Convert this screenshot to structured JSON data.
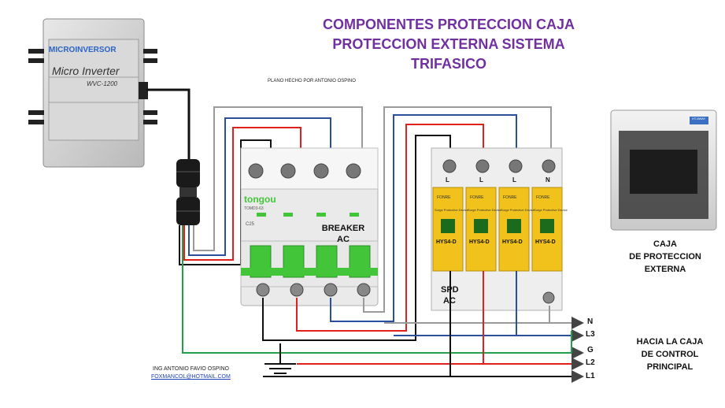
{
  "title": {
    "line1": "COMPONENTES PROTECCION CAJA",
    "line2": "PROTECCION EXTERNA SISTEMA",
    "line3": "TRIFASICO"
  },
  "credit_top": "PLANO HECHO POR ANTONIO OSPINO",
  "microinverter": {
    "brand_label": "MICROINVERSOR",
    "product_name": "Micro Inverter",
    "model": "WVC-1200"
  },
  "breaker": {
    "brand": "tongou",
    "model": "TOMD3-63",
    "rating": "C25",
    "label_line1": "BREAKER",
    "label_line2": "AC"
  },
  "spd": {
    "brand": "FONRE",
    "caption": "Surge Protective Device",
    "model": "HYS4-D",
    "terminal_labels": [
      "L",
      "L",
      "L",
      "N"
    ],
    "label_line1": "SPD",
    "label_line2": "AC"
  },
  "box": {
    "label_line1": "CAJA",
    "label_line2": "DE  PROTECCION",
    "label_line3": "EXTERNA",
    "tag": "HT-6WAY"
  },
  "lines": [
    "N",
    "L3",
    "G",
    "L2",
    "L1"
  ],
  "destination": {
    "line1": "HACIA LA CAJA",
    "line2": "DE CONTROL",
    "line3": "PRINCIPAL"
  },
  "author": {
    "name": "ING ANTONIO FAVIO OSPINO",
    "email": "FOXMANCOL@HOTMAIL.COM"
  },
  "colors": {
    "title": "#7030a0",
    "wire_black": "#111111",
    "wire_red": "#e0201c",
    "wire_blue": "#2a4fa0",
    "wire_gray": "#9a9a9a",
    "wire_green": "#1fa04a",
    "breaker_green": "#43c53a",
    "spd_yellow": "#f1c21b"
  }
}
